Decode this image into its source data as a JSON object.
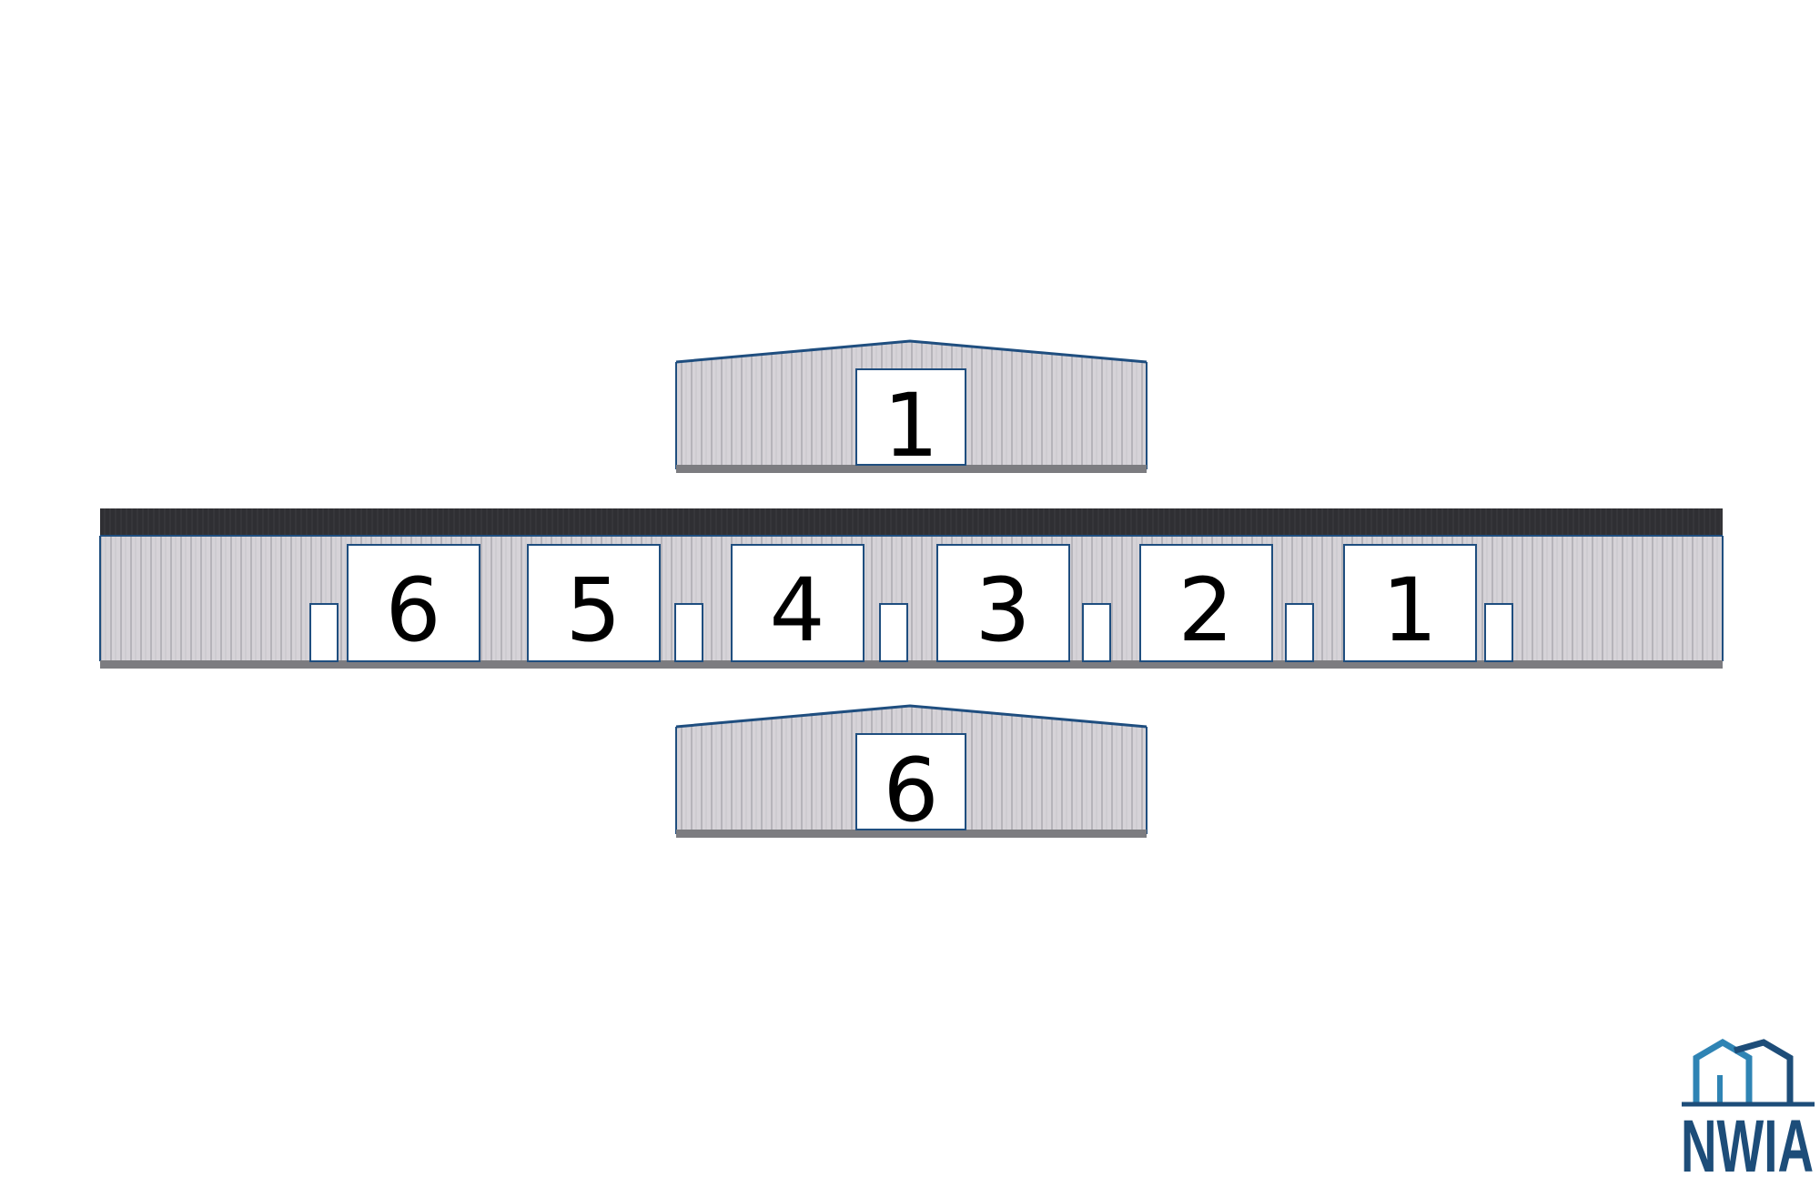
{
  "colors": {
    "siding": "#d6d3d8",
    "siding_rib": "#a9a6ae",
    "trim": "#1f4e7f",
    "roof": "#2f2f33",
    "base": "#7c7c80",
    "door": "#ffffff",
    "logo_dark": "#1d4d79",
    "logo_light": "#2f84b4"
  },
  "top_end_view": {
    "label": "1"
  },
  "front_view": {
    "units": [
      {
        "label": "6"
      },
      {
        "label": "5"
      },
      {
        "label": "4"
      },
      {
        "label": "3"
      },
      {
        "label": "2"
      },
      {
        "label": "1"
      }
    ]
  },
  "bottom_end_view": {
    "label": "6"
  },
  "logo": {
    "text": "NWIA",
    "icon": "house-roofline-icon"
  }
}
